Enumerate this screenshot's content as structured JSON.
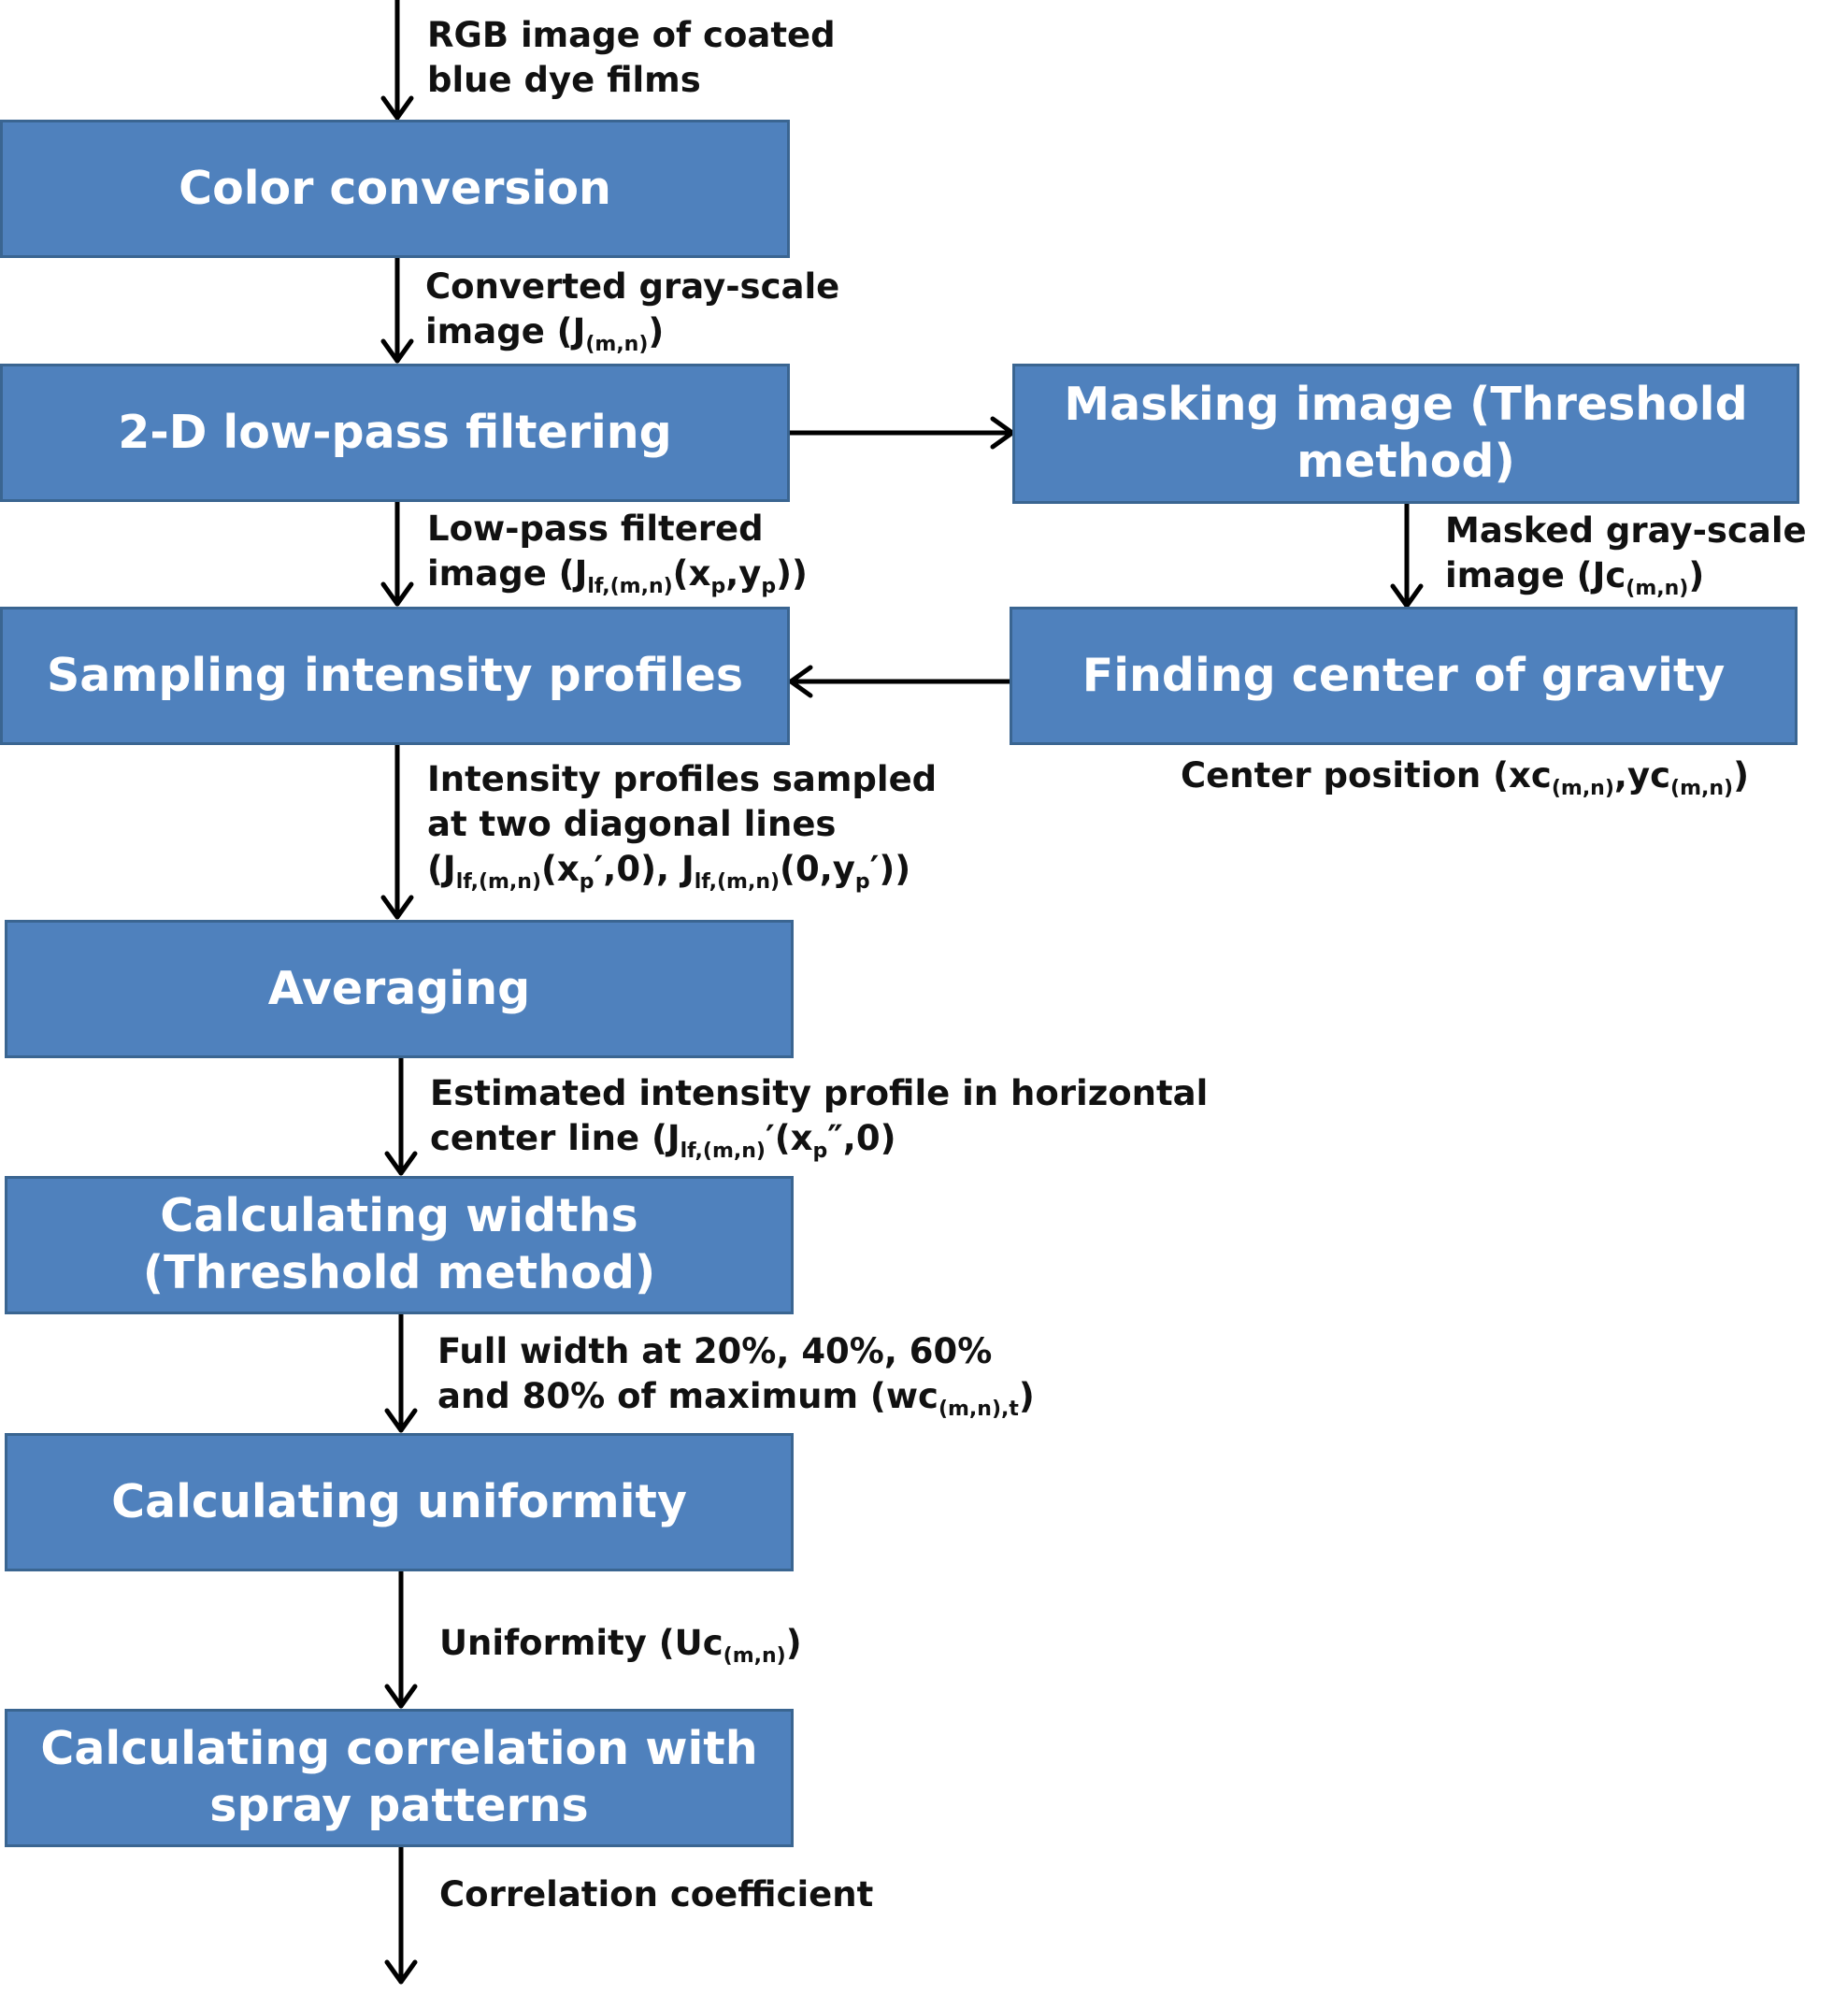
{
  "nodes": {
    "color_conversion": "Color conversion",
    "lowpass_filtering": "2-D low-pass filtering",
    "masking_image": "Masking image (Threshold method)",
    "sampling_profiles": "Sampling intensity profiles",
    "center_of_gravity": "Finding center of gravity",
    "averaging": "Averaging",
    "calculating_widths": "Calculating widths (Threshold method)",
    "calculating_uniformity": "Calculating uniformity",
    "calculating_correlation": "Calculating correlation with spray patterns"
  },
  "edges": {
    "input": {
      "line1": "RGB image of coated",
      "line2": "blue dye films"
    },
    "converted": {
      "line1": "Converted gray-scale",
      "line2_prefix": "image (J",
      "line2_sub": "(m,n)",
      "line2_suffix": ")"
    },
    "lowpass_out": {
      "line1": "Low-pass filtered",
      "l2_a": "image (J",
      "l2_sub1": "lf,(m,n)",
      "l2_b": "(x",
      "l2_sub2": "p",
      "l2_c": ",y",
      "l2_sub3": "p",
      "l2_d": "))"
    },
    "masked": {
      "line1": "Masked gray-scale",
      "l2_a": "image (Jc",
      "l2_sub": "(m,n)",
      "l2_b": ")"
    },
    "center_position": {
      "a": "Center position (xc",
      "sub1": "(m,n)",
      "b": ",yc",
      "sub2": "(m,n)",
      "c": ")"
    },
    "intensity_profiles": {
      "line1": "Intensity profiles sampled",
      "line2": "at two diagonal lines",
      "l3_a": "(J",
      "l3_sub1": "lf,(m,n)",
      "l3_b": "(x",
      "l3_sub2": "p",
      "l3_c": "′,0),  J",
      "l3_sub3": "lf,(m,n)",
      "l3_d": "(0,y",
      "l3_sub4": "p",
      "l3_e": "′))"
    },
    "estimated_profile": {
      "line1": "Estimated intensity profile in horizontal",
      "l2_a": "center line (J",
      "l2_sub1": "lf,(m,n)",
      "l2_b": "′(x",
      "l2_sub2": "p",
      "l2_c": "″,0)"
    },
    "full_width": {
      "line1": "Full width at 20%, 40%, 60%",
      "l2_a": "and 80% of maximum (wc",
      "l2_sub": "(m,n),t",
      "l2_b": ")"
    },
    "uniformity": {
      "a": "Uniformity (Uc",
      "sub": "(m,n)",
      "b": ")"
    },
    "correlation": "Correlation coefficient"
  }
}
